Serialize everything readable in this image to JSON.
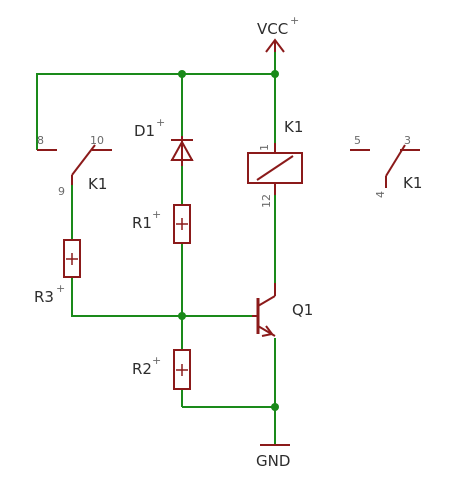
{
  "colors": {
    "wire": "#1a8a1a",
    "part": "#8b1a1a",
    "junction": "#1a8a1a",
    "text": "#2d2d2d",
    "pin_text": "#6a6a6a"
  },
  "labels": {
    "vcc": "VCC",
    "gnd": "GND",
    "d1": "D1",
    "r1": "R1",
    "r2": "R2",
    "r3": "R3",
    "q1": "Q1",
    "k1_coil": "K1",
    "k1_contact_left": "K1",
    "k1_contact_right": "K1"
  },
  "pins": {
    "left_switch_common": "8",
    "left_switch_no": "10",
    "left_switch_nc": "9",
    "coil_top": "1",
    "coil_bottom": "12",
    "right_switch_common": "5",
    "right_switch_no": "3",
    "right_switch_nc": "4"
  }
}
